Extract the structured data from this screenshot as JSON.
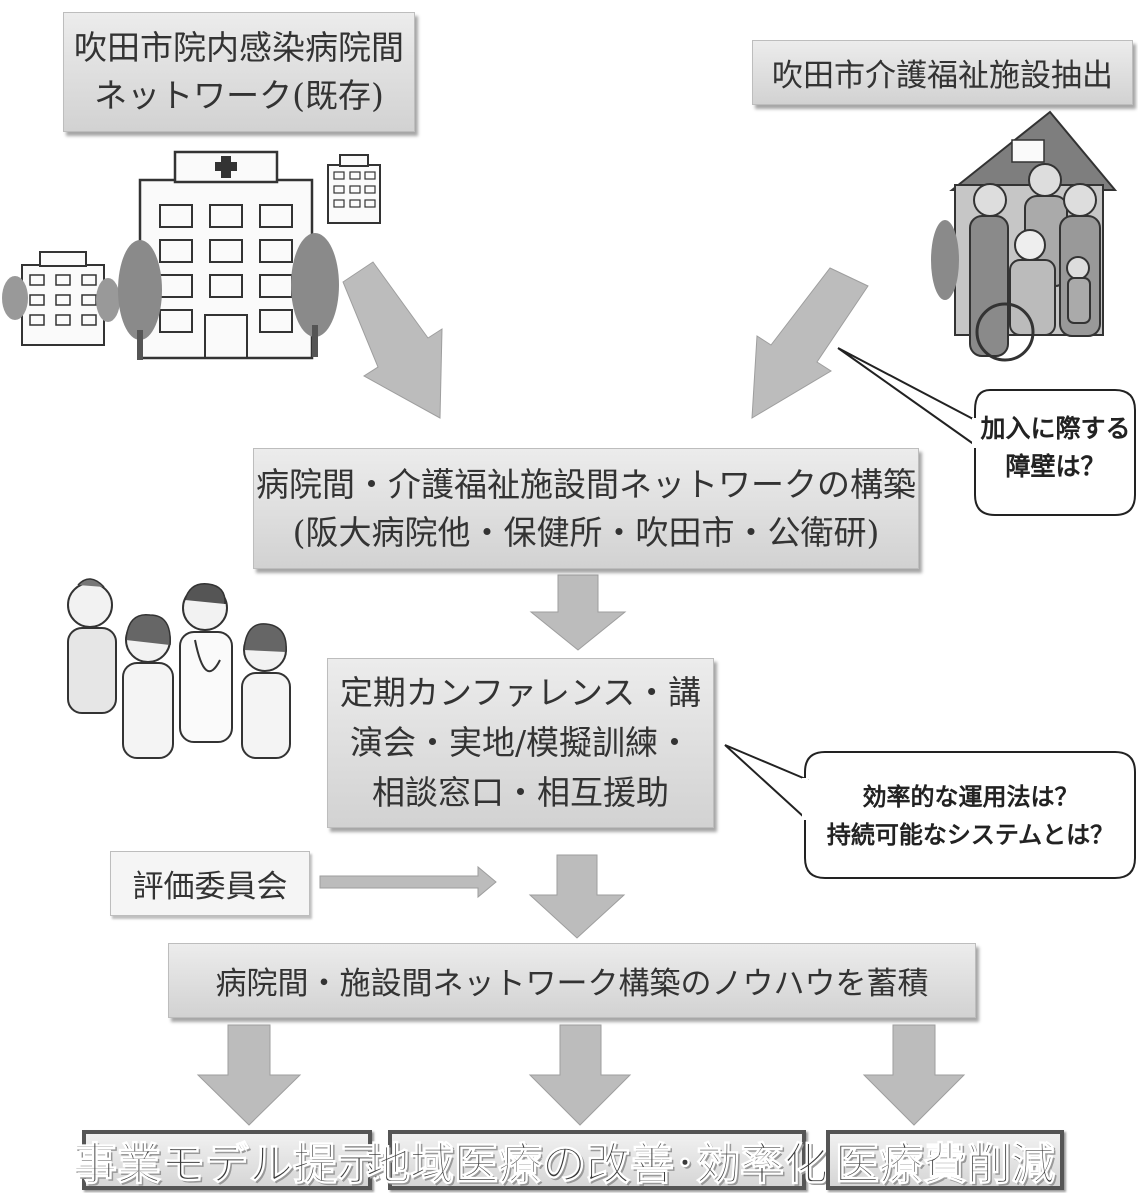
{
  "boxes": {
    "hospital_network": [
      "吹田市院内感染病院間",
      "ネットワーク(既存)"
    ],
    "care_extraction": "吹田市介護福祉施設抽出",
    "network_build": [
      "病院間・介護福祉施設間ネットワークの構築",
      "(阪大病院他・保健所・吹田市・公衛研)"
    ],
    "activities": [
      "定期カンファレンス・講",
      "演会・実地/模擬訓練・",
      "相談窓口・相互援助"
    ],
    "evaluation": "評価委員会",
    "knowhow": "病院間・施設間ネットワーク構築のノウハウを蓄積"
  },
  "callouts": {
    "barrier": [
      "加入に際する",
      "障壁は？"
    ],
    "operation": [
      "効率的な運用法は？",
      "持続可能なシステムとは？"
    ]
  },
  "outcomes": {
    "business_model": "事業モデル提示",
    "regional_care": "地域医療の改善･効率化",
    "cost_reduction": "医療費削減"
  },
  "icons": {
    "hospitals": "hospital-buildings-icon",
    "care_facility": "care-facility-people-icon",
    "medical_staff": "medical-staff-icon"
  }
}
